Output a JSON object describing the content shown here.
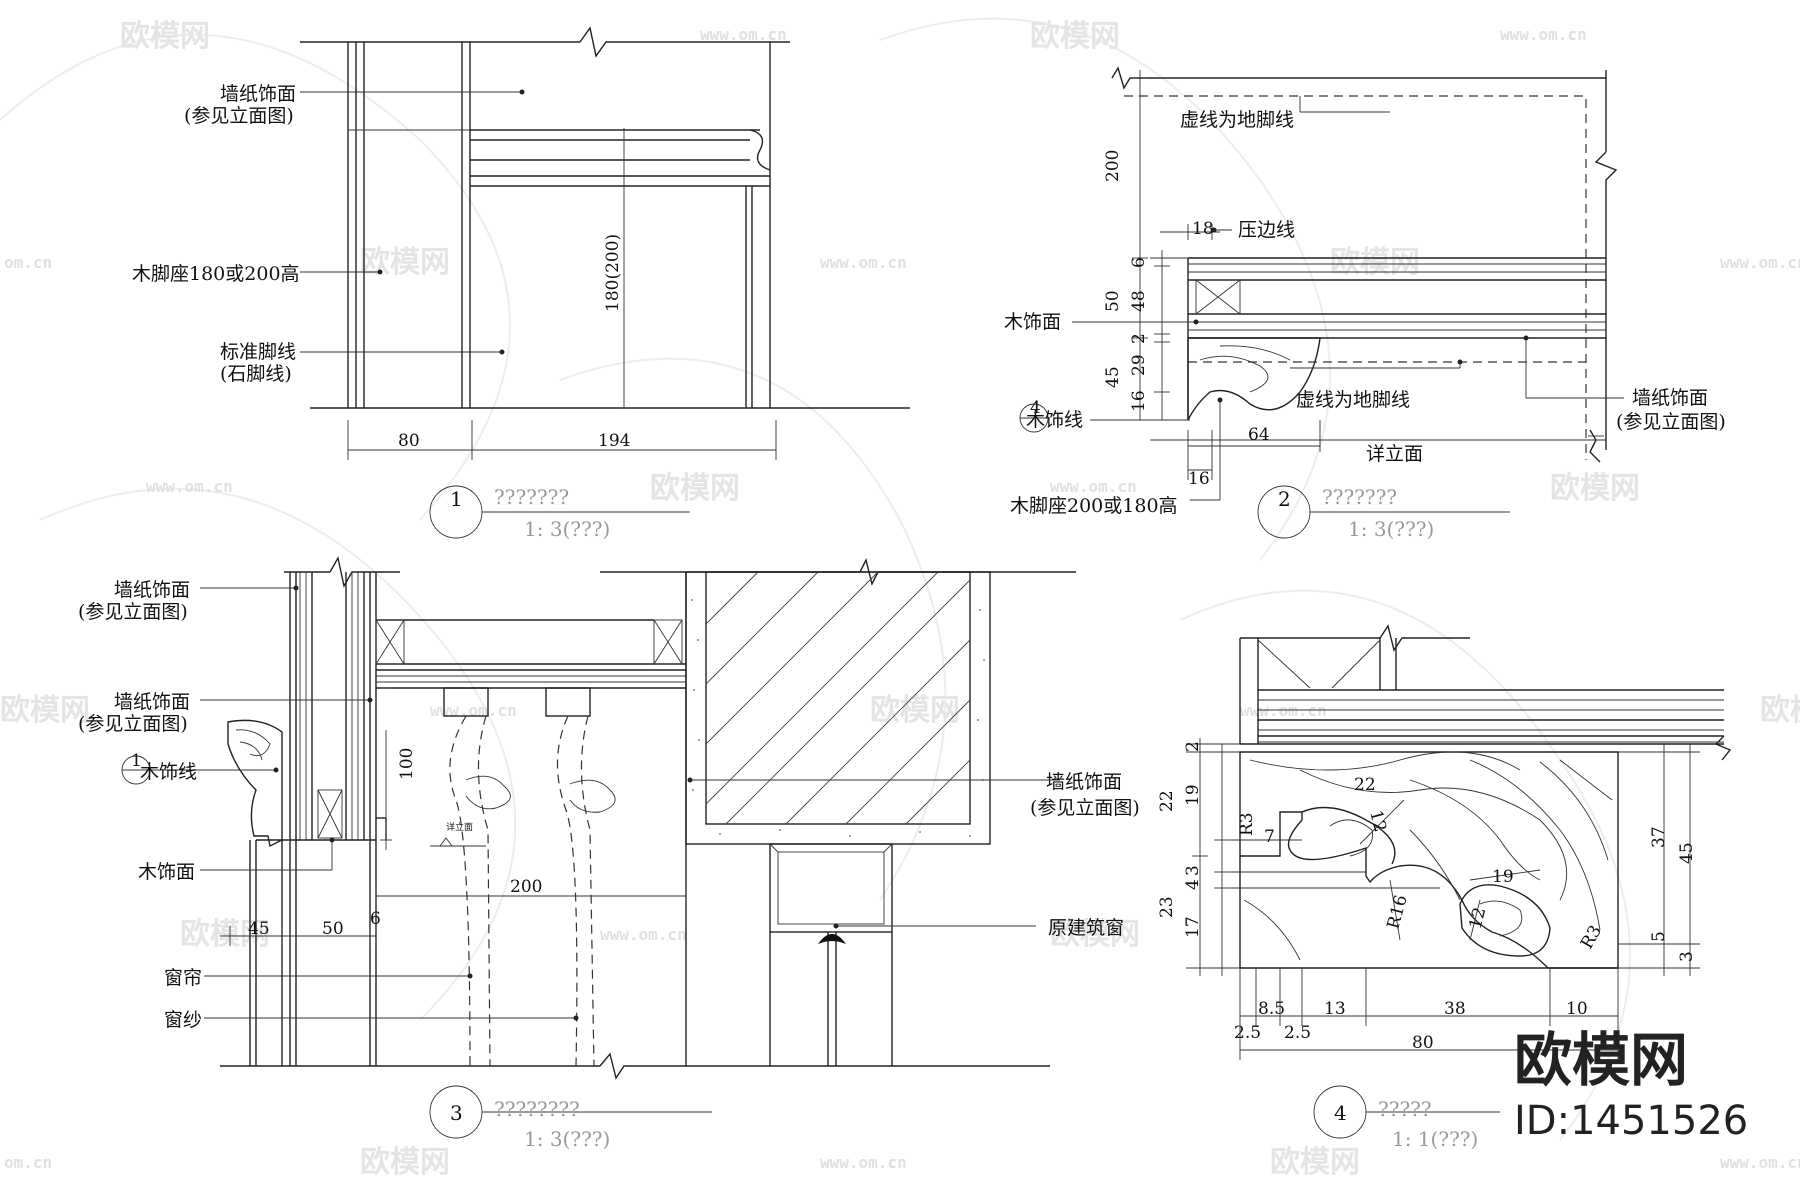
{
  "watermark": {
    "brand_text": "欧模网",
    "url_text": "www.om.cn",
    "short_url": "om.cn"
  },
  "corner_brand": {
    "name": "欧模网",
    "id_text": "ID:1451526"
  },
  "detail_1": {
    "number": "1",
    "title": "???????",
    "scale": "1: 3(???)",
    "labels": {
      "wallpaper": "墙纸饰面",
      "wallpaper_ref": "(参见立面图)",
      "wood_base": "木脚座180或200高",
      "std_skirting": "标准脚线",
      "stone_skirting": "(石脚线)"
    },
    "dims": {
      "height": "180(200)",
      "w_left": "80",
      "w_right": "194"
    }
  },
  "detail_2": {
    "number": "2",
    "title": "???????",
    "scale": "1: 3(???)",
    "labels": {
      "dashed_skirting_top": "虚线为地脚线",
      "edge_strip": "压边线",
      "wood_face": "木饰面",
      "dashed_skirting_mid": "虚线为地脚线",
      "wallpaper": "墙纸饰面",
      "wallpaper_ref": "(参见立面图)",
      "wood_trim": "木饰线",
      "trim_ref": "4",
      "elevation": "详立面",
      "wood_base": "木脚座200或180高"
    },
    "dims": {
      "d200": "200",
      "d18": "18",
      "d6": "6",
      "d50": "50",
      "d48": "48",
      "d2": "2",
      "d45": "45",
      "d29": "29",
      "d16a": "16",
      "d64": "64",
      "d16b": "16"
    }
  },
  "detail_3": {
    "number": "3",
    "title": "????????",
    "scale": "1: 3(???)",
    "labels": {
      "wallpaper_1": "墙纸饰面",
      "wallpaper_ref_1": "(参见立面图)",
      "wallpaper_2": "墙纸饰面",
      "wallpaper_ref_2": "(参见立面图)",
      "wood_trim": "木饰线",
      "trim_ref": "1",
      "wood_face": "木饰面",
      "wallpaper_3": "墙纸饰面",
      "wallpaper_ref_3": "(参见立面图)",
      "original_window": "原建筑窗",
      "curtain": "窗帘",
      "sheer": "窗纱",
      "elev_tag": "详立面"
    },
    "dims": {
      "d100": "100",
      "d200": "200",
      "d45": "45",
      "d50": "50",
      "d6": "6"
    }
  },
  "detail_4": {
    "number": "4",
    "title": "?????",
    "scale": "1: 1(???)",
    "dims": {
      "d2": "2",
      "d22": "22",
      "d19": "19",
      "r3a": "R3",
      "d7": "7",
      "d22b": "22",
      "d12a": "12",
      "d3": "3",
      "d4": "4",
      "d23": "23",
      "d17": "17",
      "r16": "R16",
      "d19b": "19",
      "d12b": "12",
      "r3b": "R3",
      "d37": "37",
      "d45": "45",
      "d5": "5",
      "d3b": "3",
      "d8_5": "8.5",
      "d13": "13",
      "d38": "38",
      "d10": "10",
      "d2_5a": "2.5",
      "d2_5b": "2.5",
      "d80": "80"
    }
  }
}
